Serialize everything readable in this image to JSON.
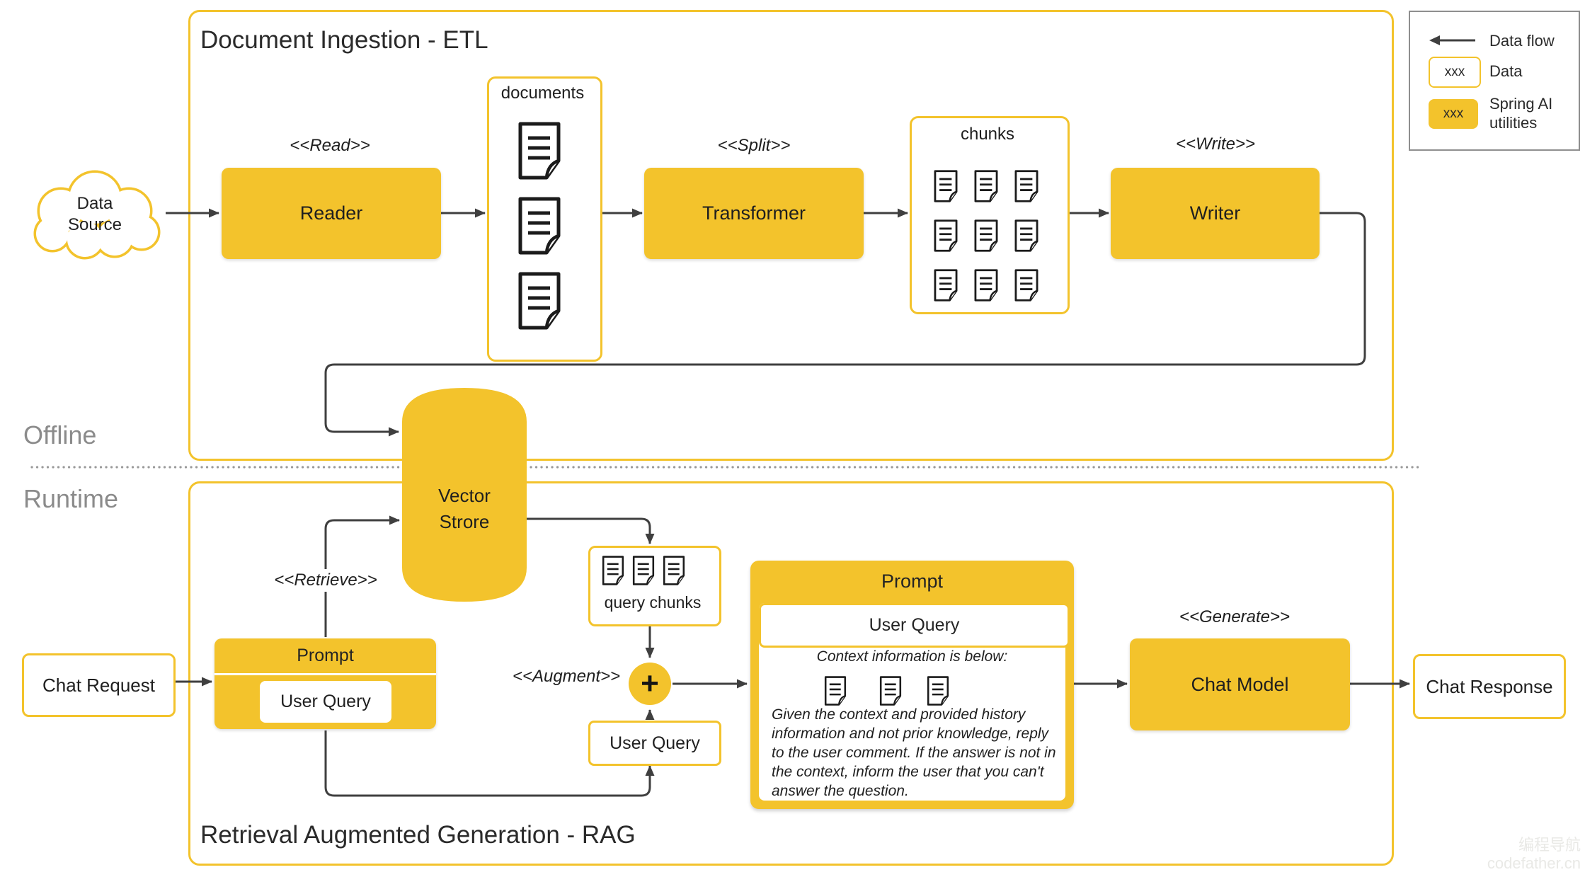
{
  "colors": {
    "accent_yellow": "#F3C32C",
    "arrow": "#3f3f3f",
    "section_label_gray": "#8b8b8b",
    "legend_border": "#8f8f8f",
    "dotted_divider": "#999999"
  },
  "frames": {
    "etl_title": "Document Ingestion - ETL",
    "rag_title": "Retrieval Augmented Generation - RAG"
  },
  "labels": {
    "offline": "Offline",
    "runtime": "Runtime",
    "read": "<<Read>>",
    "split": "<<Split>>",
    "write": "<<Write>>",
    "retrieve": "<<Retrieve>>",
    "augment": "<<Augment>>",
    "generate": "<<Generate>>"
  },
  "legend": {
    "data_flow": "Data flow",
    "sample_data": "xxx",
    "data": "Data",
    "sample_spring": "xxx",
    "spring_line1": "Spring AI",
    "spring_line2": "utilities"
  },
  "nodes": {
    "data_source_line1": "Data",
    "data_source_line2": "Source",
    "reader": "Reader",
    "documents": "documents",
    "transformer": "Transformer",
    "chunks": "chunks",
    "writer": "Writer",
    "vector_store_line1": "Vector",
    "vector_store_line2": "Strore",
    "chat_request": "Chat Request",
    "prompt_title": "Prompt",
    "user_query": "User Query",
    "query_chunks": "query chunks",
    "plus": "+",
    "big_prompt_title": "Prompt",
    "big_prompt_user_query": "User Query",
    "context_caption": "Context information is below:",
    "context_instructions": "Given the context and provided history information and not prior knowledge, reply to the user comment. If the answer is not in the context, inform the user that you can't answer the question.",
    "chat_model": "Chat Model",
    "chat_response": "Chat Response"
  },
  "watermark": {
    "line1": "编程导航",
    "line2": "codefather.cn"
  }
}
